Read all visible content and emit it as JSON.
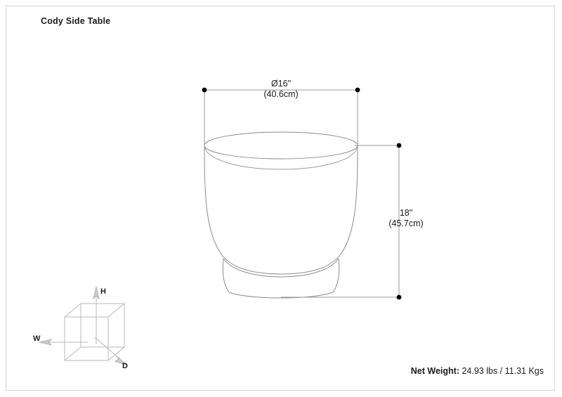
{
  "page": {
    "title": "Cody Side Table",
    "background_color": "#ffffff",
    "border_color": "#d2d2d2",
    "text_color": "#1a1a1a",
    "line_color": "#8c8c8c",
    "dimension_line_color": "#9a9a9a",
    "marker_color": "#000000"
  },
  "product": {
    "name": "Cody Side Table",
    "shape": "drum side table with pedestal base"
  },
  "dimensions": {
    "diameter": {
      "label_imperial": "Ø16\"",
      "label_metric": "(40.6cm)",
      "value_in": 16,
      "value_cm": 40.6,
      "orientation": "horizontal"
    },
    "height": {
      "label_imperial": "18\"",
      "label_metric": "(45.7cm)",
      "value_in": 18,
      "value_cm": 45.7,
      "orientation": "vertical"
    }
  },
  "net_weight": {
    "label": "Net Weight:",
    "value": " 24.93 lbs / 11.31 Kgs",
    "lbs": 24.93,
    "kgs": 11.31
  },
  "axis_legend": {
    "height_axis": "H",
    "width_axis": "W",
    "depth_axis": "D"
  }
}
